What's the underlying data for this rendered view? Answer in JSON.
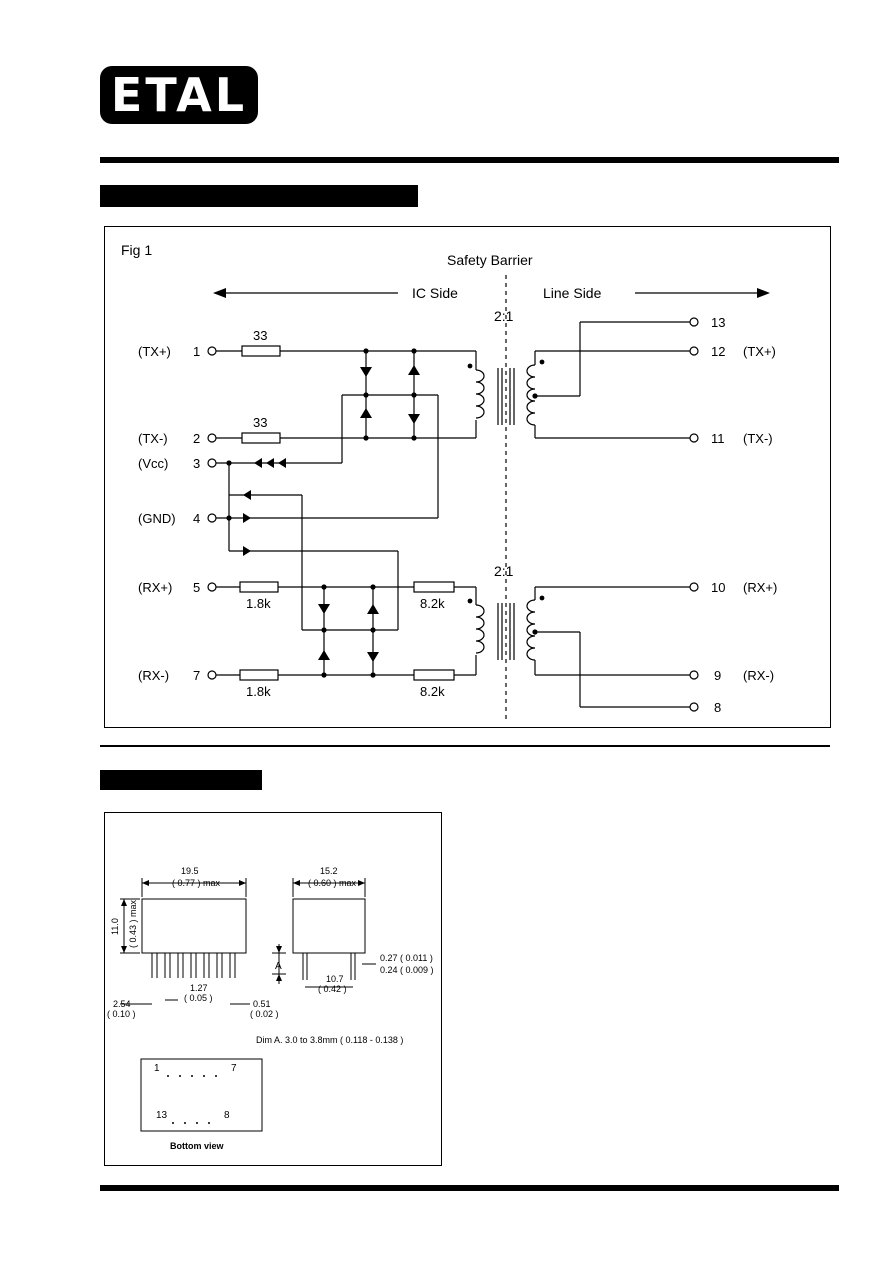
{
  "logo": {
    "text": "ETAL"
  },
  "schematic": {
    "fig_label": "Fig  1",
    "barrier_label": "Safety Barrier",
    "ic_side": "IC Side",
    "line_side": "Line Side",
    "ratio_top": "2:1",
    "ratio_bottom": "2:1",
    "res_tx1": "33",
    "res_tx2": "33",
    "res_rx_a": "1.8k",
    "res_rx_b": "8.2k",
    "res_rx_c": "1.8k",
    "res_rx_d": "8.2k",
    "left_pins": [
      {
        "label": "(TX+)",
        "num": "1"
      },
      {
        "label": "(TX-)",
        "num": "2"
      },
      {
        "label": "(Vcc)",
        "num": "3"
      },
      {
        "label": "(GND)",
        "num": "4"
      },
      {
        "label": "(RX+)",
        "num": "5"
      },
      {
        "label": "(RX-)",
        "num": "7"
      }
    ],
    "right_pins": [
      {
        "num": "13",
        "label": ""
      },
      {
        "num": "12",
        "label": "(TX+)"
      },
      {
        "num": "11",
        "label": "(TX-)"
      },
      {
        "num": "10",
        "label": "(RX+)"
      },
      {
        "num": "9",
        "label": "(RX-)"
      },
      {
        "num": "8",
        "label": ""
      }
    ]
  },
  "dimensions": {
    "width_mm": "19.5",
    "width_in": "( 0.77 ) max",
    "depth_mm": "15.2",
    "depth_in": "( 0.60 ) max",
    "height_mm": "11.0",
    "height_in": "( 0.43 ) max",
    "pitch_mm": "1.27",
    "pitch_in": "( 0.05 )",
    "edge_mm": "2.54",
    "edge_in": "( 0.10 )",
    "pin_w_mm": "0.51",
    "pin_w_in": "( 0.02 )",
    "row_mm": "10.7",
    "row_in": "( 0.42 )",
    "thick_a": "0.27 ( 0.011 )",
    "thick_b": "0.24 ( 0.009 )",
    "dim_a_letter": "A",
    "dim_a_note": "Dim A.  3.0 to 3.8mm ( 0.118 - 0.138 )",
    "bottom_view": {
      "pin_first": "1",
      "pin_last": "7",
      "pin_13": "13",
      "pin_8": "8",
      "caption": "Bottom view"
    }
  }
}
